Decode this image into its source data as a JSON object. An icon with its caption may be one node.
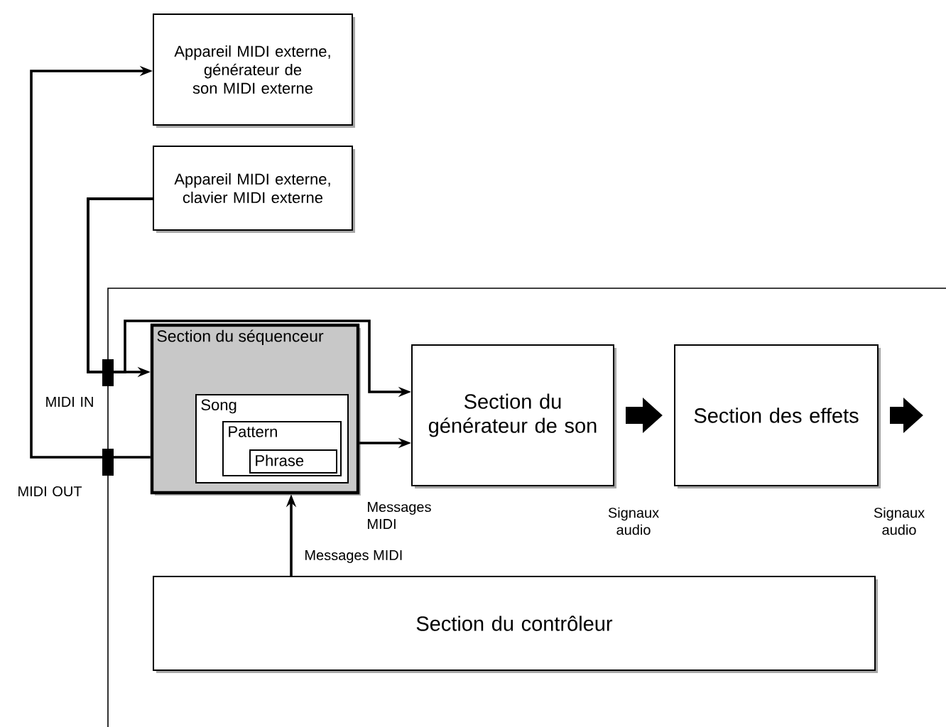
{
  "diagram": {
    "nodes": [
      {
        "text": [
          "Appareil MIDI externe, générateur de son MIDI externe"
        ]
      },
      {
        "text": [
          "Appareil MIDI externe, clavier MIDI externe"
        ]
      },
      {
        "text": [
          "Section du séquenceur"
        ]
      },
      {
        "text": [
          "Song"
        ],
        "in": 2
      },
      {
        "text": [
          "Pattern"
        ],
        "in": 3
      },
      {
        "text": [
          "Phrase"
        ],
        "in": 4
      },
      {
        "text": [
          "Section du générateur de son"
        ]
      },
      {
        "text": [
          "Section des effets"
        ]
      },
      {
        "text": [
          "Section du contrôleur"
        ]
      }
    ],
    "edges": [
      {
        "from": 2,
        "to": 0,
        "arrow": "to"
      },
      {
        "from": 1,
        "to": 2,
        "arrow": "to"
      },
      {
        "from": 1,
        "to": 6,
        "arrow": "to"
      },
      {
        "from": 2,
        "to": 6,
        "arrow": "to"
      },
      {
        "from": 8,
        "to": 2,
        "arrow": "to",
        "label": "Messages MIDI"
      },
      {
        "from": 6,
        "to": 7,
        "arrow": "to",
        "style": "thick"
      },
      {
        "from": 7,
        "to": null,
        "arrow": "to",
        "style": "thick"
      }
    ],
    "labels": [
      "MIDI IN",
      "MIDI OUT",
      "Messages MIDI",
      "Signaux audio",
      "Signaux audio"
    ]
  }
}
